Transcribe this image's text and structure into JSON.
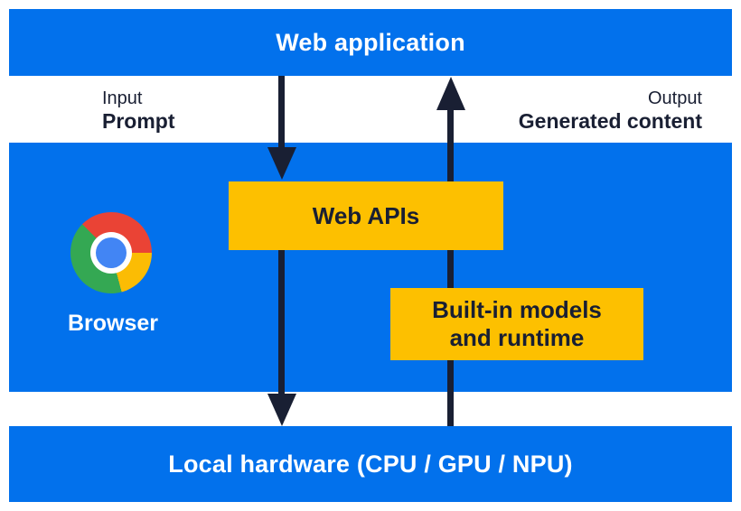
{
  "colors": {
    "blue": "#0271ec",
    "yellow": "#fdc000",
    "dark": "#191f33",
    "white_text": "#ffffff",
    "chrome_red": "#ea4335",
    "chrome_yellow": "#fbbc04",
    "chrome_green": "#34a853",
    "chrome_blue": "#4285f4"
  },
  "top_bar": {
    "label": "Web application"
  },
  "flow_labels": {
    "input_caption": "Input",
    "input_label": "Prompt",
    "output_caption": "Output",
    "output_label": "Generated content"
  },
  "browser_section": {
    "label": "Browser",
    "logo": "chrome-logo"
  },
  "boxes": {
    "web_apis_label": "Web APIs",
    "builtin_line1": "Built-in models",
    "builtin_line2": "and runtime"
  },
  "bottom_bar": {
    "label": "Local hardware (CPU / GPU / NPU)"
  }
}
